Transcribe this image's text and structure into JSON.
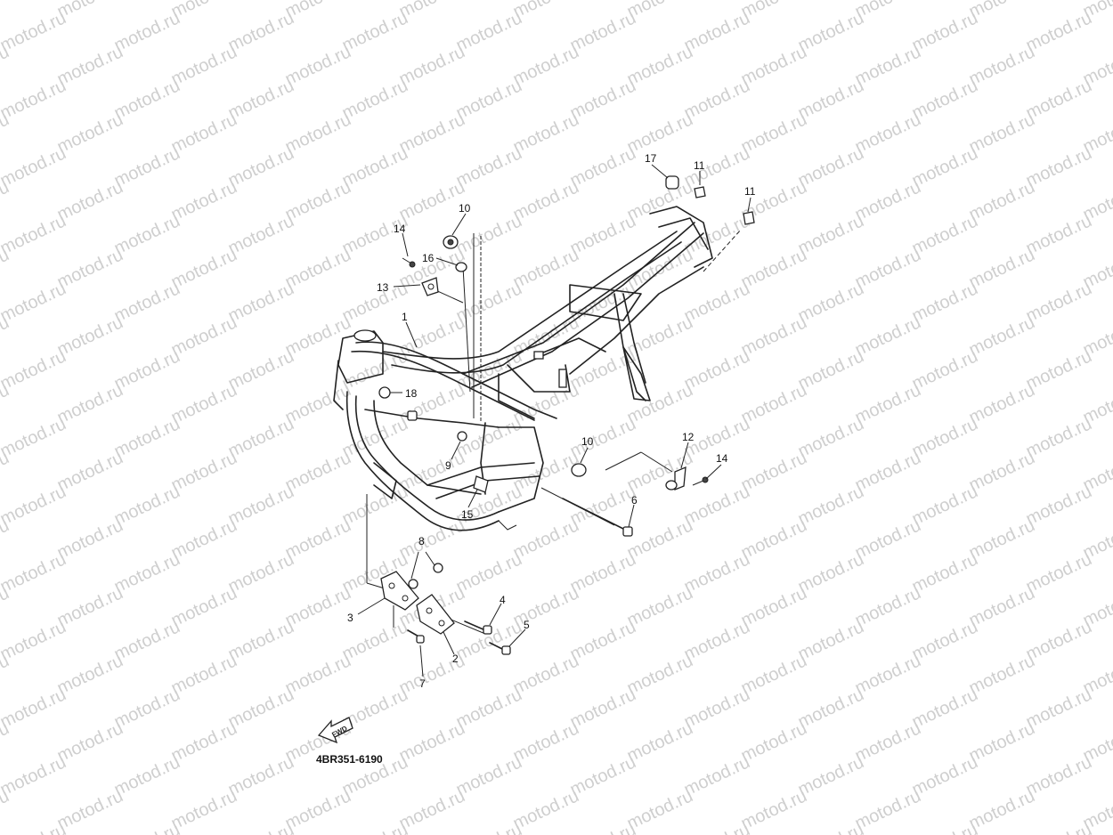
{
  "watermark": "motod.ru",
  "diagram_code": "4BR351-6190",
  "fwd_label": "FWD",
  "callouts": {
    "c1": "1",
    "c2": "2",
    "c3": "3",
    "c4": "4",
    "c5": "5",
    "c6": "6",
    "c7": "7",
    "c8": "8",
    "c9": "9",
    "c10a": "10",
    "c10b": "10",
    "c11a": "11",
    "c11b": "11",
    "c12": "12",
    "c13": "13",
    "c14a": "14",
    "c14b": "14",
    "c15": "15",
    "c16": "16",
    "c17": "17",
    "c18": "18"
  }
}
